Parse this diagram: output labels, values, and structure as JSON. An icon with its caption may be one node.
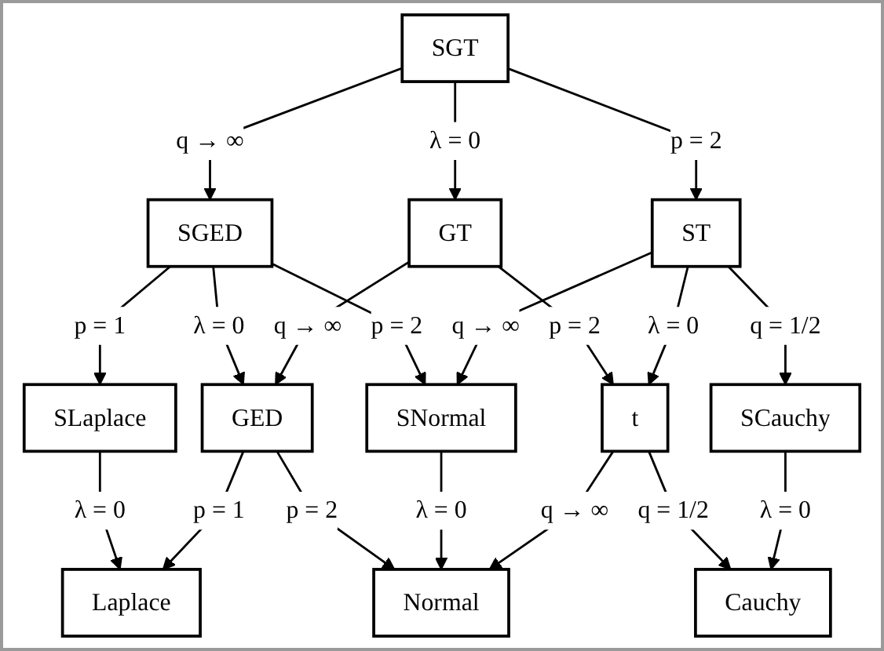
{
  "diagram": {
    "nodes": [
      {
        "text": [
          "SGT"
        ]
      },
      {
        "text": [
          "SGED"
        ]
      },
      {
        "text": [
          "GT"
        ]
      },
      {
        "text": [
          "ST"
        ]
      },
      {
        "text": [
          "SLaplace"
        ]
      },
      {
        "text": [
          "GED"
        ]
      },
      {
        "text": [
          "SNormal"
        ]
      },
      {
        "text": [
          "t"
        ]
      },
      {
        "text": [
          "SCauchy"
        ]
      },
      {
        "text": [
          "Laplace"
        ]
      },
      {
        "text": [
          "Normal"
        ]
      },
      {
        "text": [
          "Cauchy"
        ]
      }
    ],
    "edges": [
      {
        "from": 0,
        "to": 1,
        "arrow": "to",
        "label": "q → ∞"
      },
      {
        "from": 0,
        "to": 2,
        "arrow": "to",
        "label": "λ = 0"
      },
      {
        "from": 0,
        "to": 3,
        "arrow": "to",
        "label": "p = 2"
      },
      {
        "from": 1,
        "to": 4,
        "arrow": "to",
        "label": "p = 1"
      },
      {
        "from": 1,
        "to": 5,
        "arrow": "to",
        "label": "λ = 0"
      },
      {
        "from": 1,
        "to": 6,
        "arrow": "to",
        "label": "p = 2"
      },
      {
        "from": 2,
        "to": 5,
        "arrow": "to",
        "label": "q → ∞"
      },
      {
        "from": 2,
        "to": 7,
        "arrow": "to",
        "label": "p = 2"
      },
      {
        "from": 3,
        "to": 6,
        "arrow": "to",
        "label": "q → ∞"
      },
      {
        "from": 3,
        "to": 7,
        "arrow": "to",
        "label": "λ = 0"
      },
      {
        "from": 3,
        "to": 8,
        "arrow": "to",
        "label": "q = 1/2"
      },
      {
        "from": 4,
        "to": 9,
        "arrow": "to",
        "label": "λ = 0"
      },
      {
        "from": 5,
        "to": 9,
        "arrow": "to",
        "label": "p = 1"
      },
      {
        "from": 5,
        "to": 10,
        "arrow": "to",
        "label": "p = 2"
      },
      {
        "from": 6,
        "to": 10,
        "arrow": "to",
        "label": "λ = 0"
      },
      {
        "from": 7,
        "to": 10,
        "arrow": "to",
        "label": "q → ∞"
      },
      {
        "from": 7,
        "to": 11,
        "arrow": "to",
        "label": "q = 1/2"
      },
      {
        "from": 8,
        "to": 11,
        "arrow": "to",
        "label": "λ = 0"
      }
    ]
  }
}
